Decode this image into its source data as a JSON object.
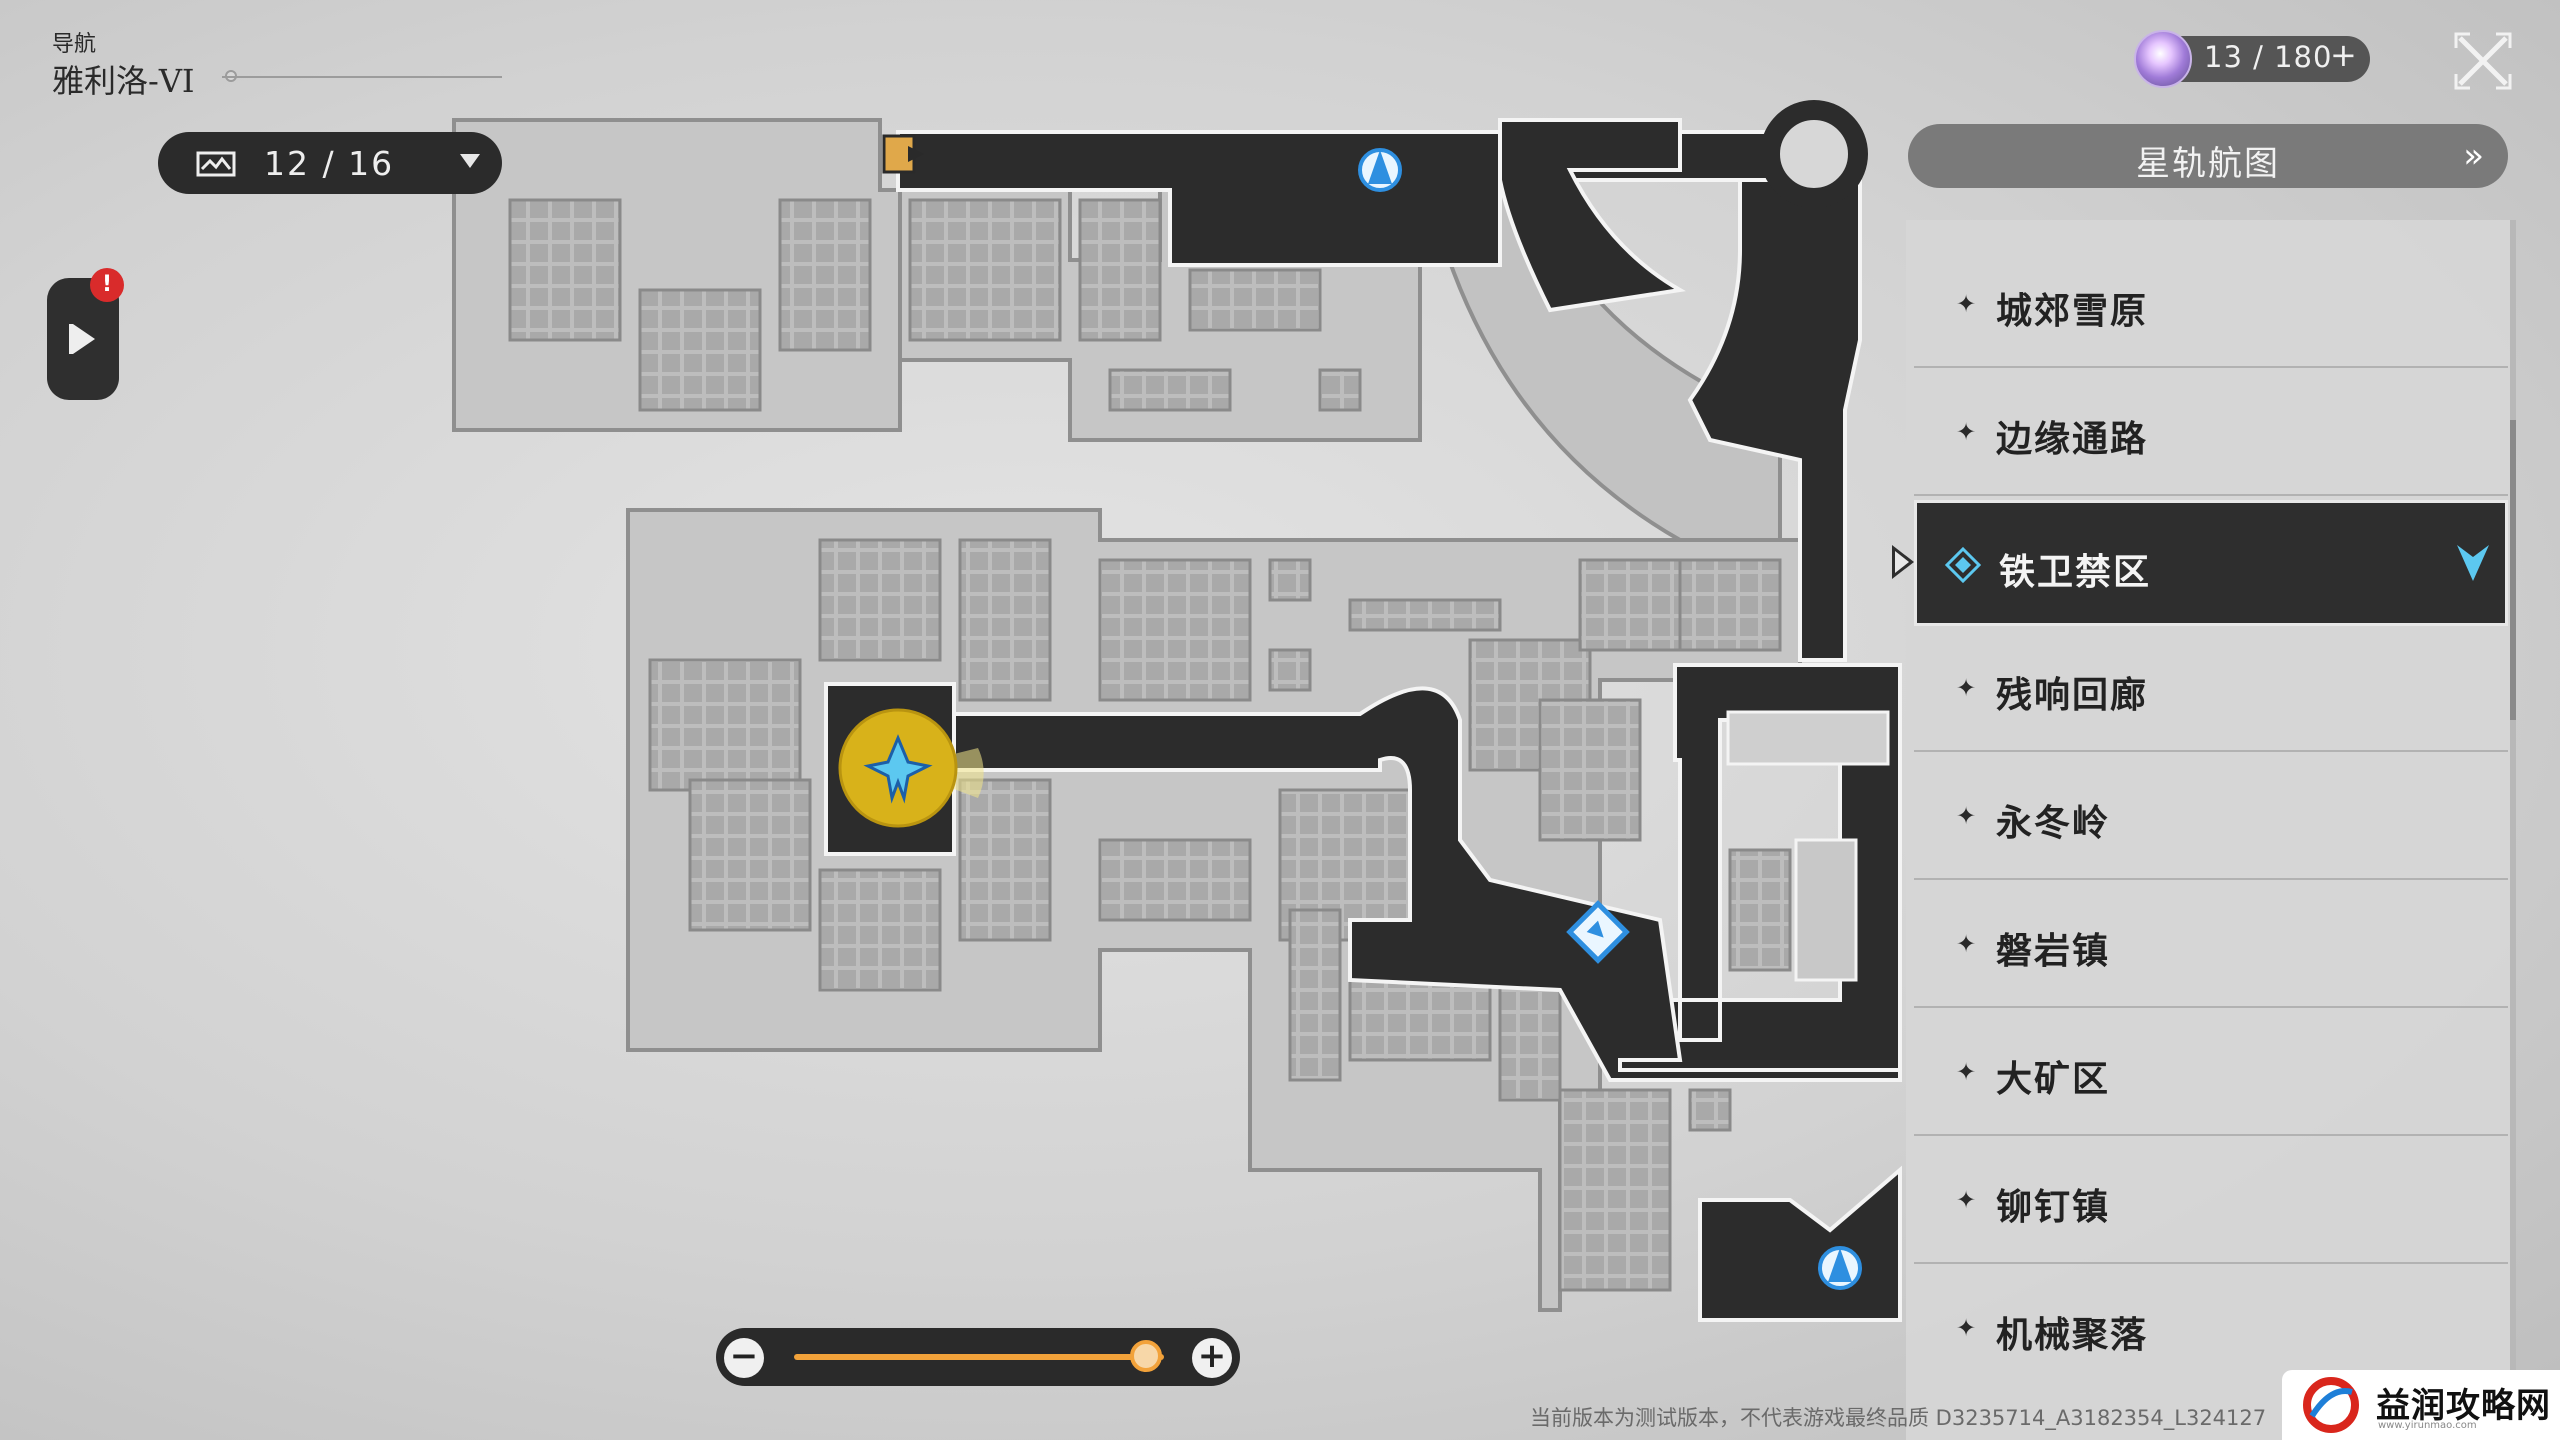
{
  "header": {
    "nav_small": "导航",
    "location": "雅利洛-VI"
  },
  "floor_selector": {
    "value": "12 / 16"
  },
  "side_panel_button": {
    "badge": "!"
  },
  "currency": {
    "count": "13 / 180",
    "plus": "+"
  },
  "panel": {
    "title": "星轨航图",
    "title_chevron": "»",
    "items": [
      {
        "label": "城郊雪原",
        "selected": false
      },
      {
        "label": "边缘通路",
        "selected": false
      },
      {
        "label": "铁卫禁区",
        "selected": true
      },
      {
        "label": "残响回廊",
        "selected": false
      },
      {
        "label": "永冬岭",
        "selected": false
      },
      {
        "label": "磐岩镇",
        "selected": false
      },
      {
        "label": "大矿区",
        "selected": false
      },
      {
        "label": "铆钉镇",
        "selected": false
      },
      {
        "label": "机械聚落",
        "selected": false
      }
    ]
  },
  "zoom": {
    "minus": "−",
    "plus": "+",
    "level": 0.95
  },
  "footer": {
    "version_note": "当前版本为测试版本，不代表游戏最终品质 D3235714_A3182354_L324127"
  },
  "watermark": {
    "text": "益润攻略网",
    "url": "www.yirunmao.com"
  },
  "colors": {
    "accent_orange": "#f2a23a",
    "player_marker": "#d8b21a",
    "waypoint_blue": "#2e8fe0",
    "selected_bg": "#2e2e2e"
  },
  "icons": {
    "floor": "map-floor-icon",
    "close": "close-icon",
    "player": "player-position-icon",
    "anchor": "space-anchor-icon",
    "exit": "exit-door-icon",
    "warp": "warp-trotter-icon"
  }
}
